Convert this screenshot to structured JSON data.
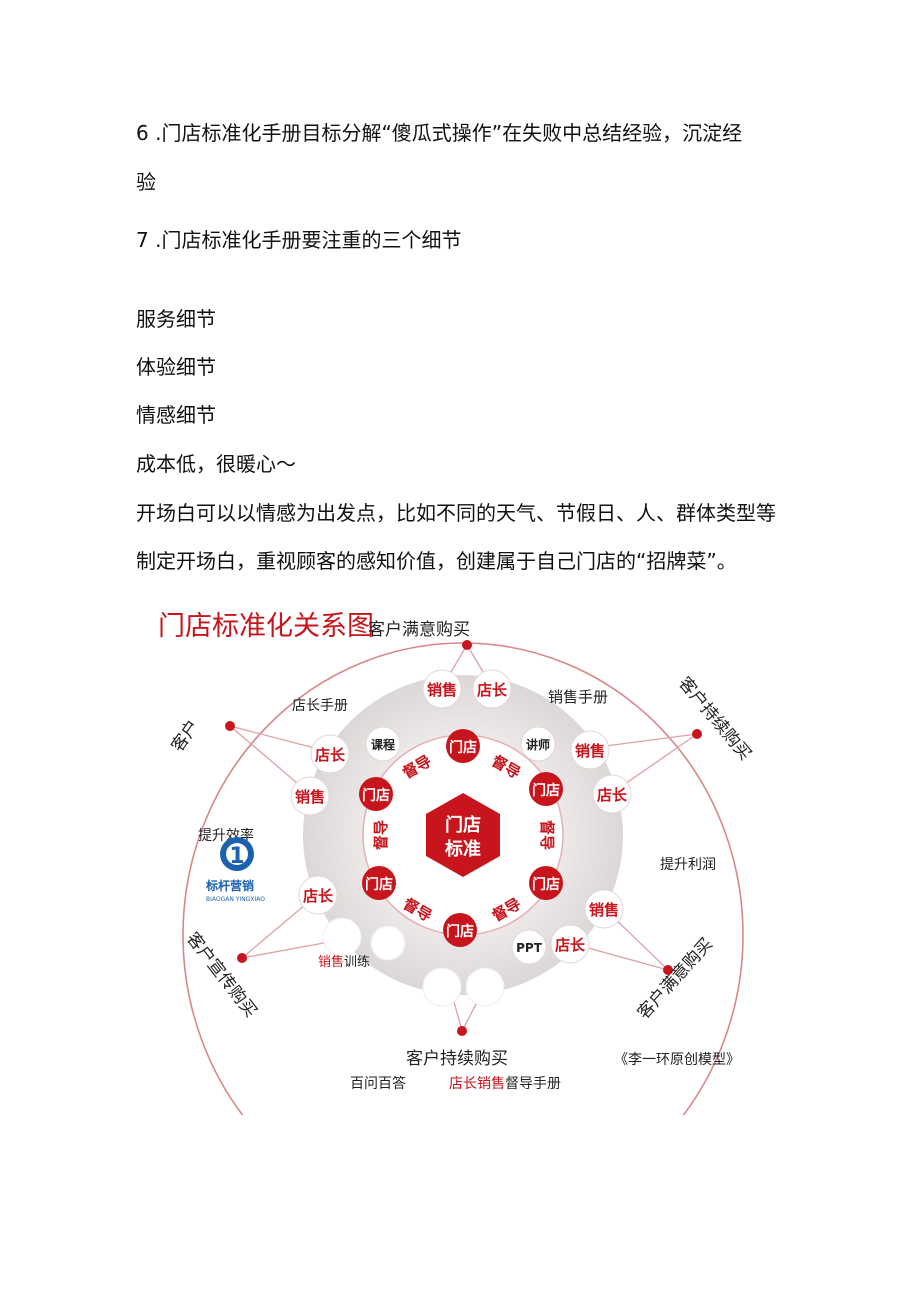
{
  "text": {
    "heading6_line1": "6 .门店标准化手册目标分解“傻瓜式操作”在失败中总结经验，沉淀经",
    "heading6_line2": "验",
    "heading7": "7 .门店标准化手册要注重的三个细节",
    "detail1": "服务细节",
    "detail2": "体验细节",
    "detail3": "情感细节",
    "note": "成本低，很暖心～",
    "para_line1": "开场白可以以情感为出发点，比如不同的天气、节假日、人、群体类型等",
    "para_line2": "制定开场白，重视顾客的感知价值，创建属于自己门店的“招牌菜”。"
  },
  "diagram": {
    "title": "门店标准化关系图",
    "center": [
      "门店",
      "标准"
    ],
    "node_store": "门店",
    "node_supervise": "督导",
    "node_manager": "店长",
    "node_sales": "销售",
    "node_course": "课程",
    "node_lecturer": "讲师",
    "node_ppt": "PPT",
    "outer_top": "客户满意购买",
    "outer_top_right": "客户持续购买",
    "outer_bottom_right": "客户满意购买",
    "outer_bottom_left": "客户宣传购买",
    "outer_top_left_partial": "客户",
    "outer_bottom": "客户持续购买",
    "label_manager_manual": "店长手册",
    "label_sales_manual": "销售手册",
    "label_efficiency": "提升效率",
    "label_profit": "提升利润",
    "label_sales_training_red": "销售",
    "label_sales_training_black": "训练",
    "label_qa": "百问百答",
    "label_bottom_red": "店长销售",
    "label_bottom_black": "督导手册",
    "label_model": "《李一环原创模型》",
    "logo_text": "标杆营销",
    "logo_sub": "BIAOGAN YINGXIAO",
    "logo_digit": "1",
    "colors": {
      "red": "#c8151d",
      "ring_gray": "#e6e2e2",
      "line_red": "#d9868a"
    }
  }
}
